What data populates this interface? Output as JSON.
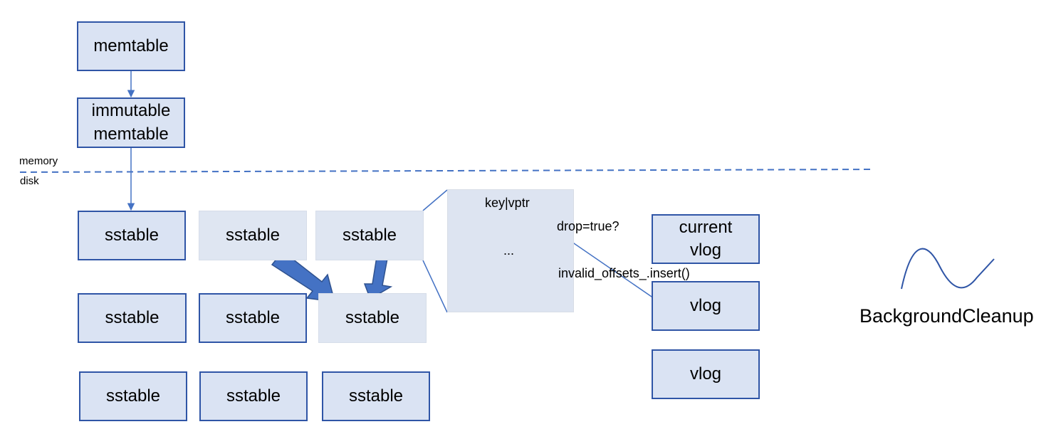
{
  "memory": {
    "memtable": "memtable",
    "immutable": "immutable\nmemtable",
    "label": "memory"
  },
  "disk": {
    "label": "disk",
    "sstable": "sstable"
  },
  "zoom": {
    "entry": "key|vptr",
    "ellipsis": "..."
  },
  "annotations": {
    "drop": "drop=true?",
    "invalid": "invalid_offsets_.insert()"
  },
  "vlogs": {
    "current": "current\nvlog",
    "vlog": "vlog"
  },
  "cleanup": {
    "label": "BackgroundCleanup"
  },
  "colors": {
    "box_fill": "#dae3f3",
    "box_border": "#2f55a6",
    "arrow": "#4472c4",
    "big_arrow_fill": "#4472c4",
    "big_arrow_stroke": "#2f528f"
  }
}
